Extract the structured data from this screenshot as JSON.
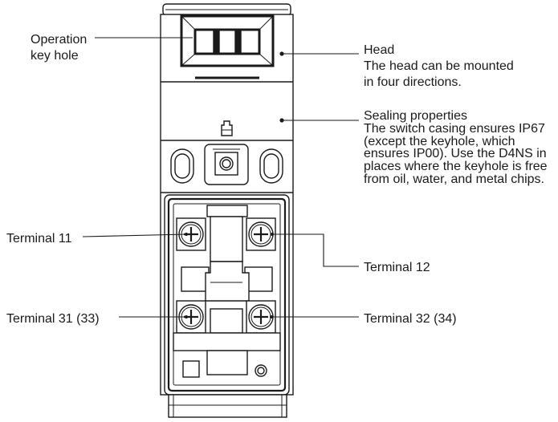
{
  "callouts": {
    "operation_key_hole": {
      "lines": [
        "Operation",
        "key hole"
      ]
    },
    "head": {
      "title": "Head",
      "lines": [
        "The head can be mounted",
        "in four directions."
      ]
    },
    "sealing": {
      "title": "Sealing properties",
      "lines": [
        "The switch casing ensures IP67",
        "(except the keyhole, which",
        "ensures IP00). Use the D4NS in",
        "places where the keyhole is free",
        "from oil, water, and metal chips."
      ]
    },
    "terminal_11": "Terminal 11",
    "terminal_12": "Terminal 12",
    "terminal_31": "Terminal 31 (33)",
    "terminal_32": "Terminal 32 (34)"
  },
  "colors": {
    "line": "#1a1a1a",
    "background": "#ffffff"
  }
}
